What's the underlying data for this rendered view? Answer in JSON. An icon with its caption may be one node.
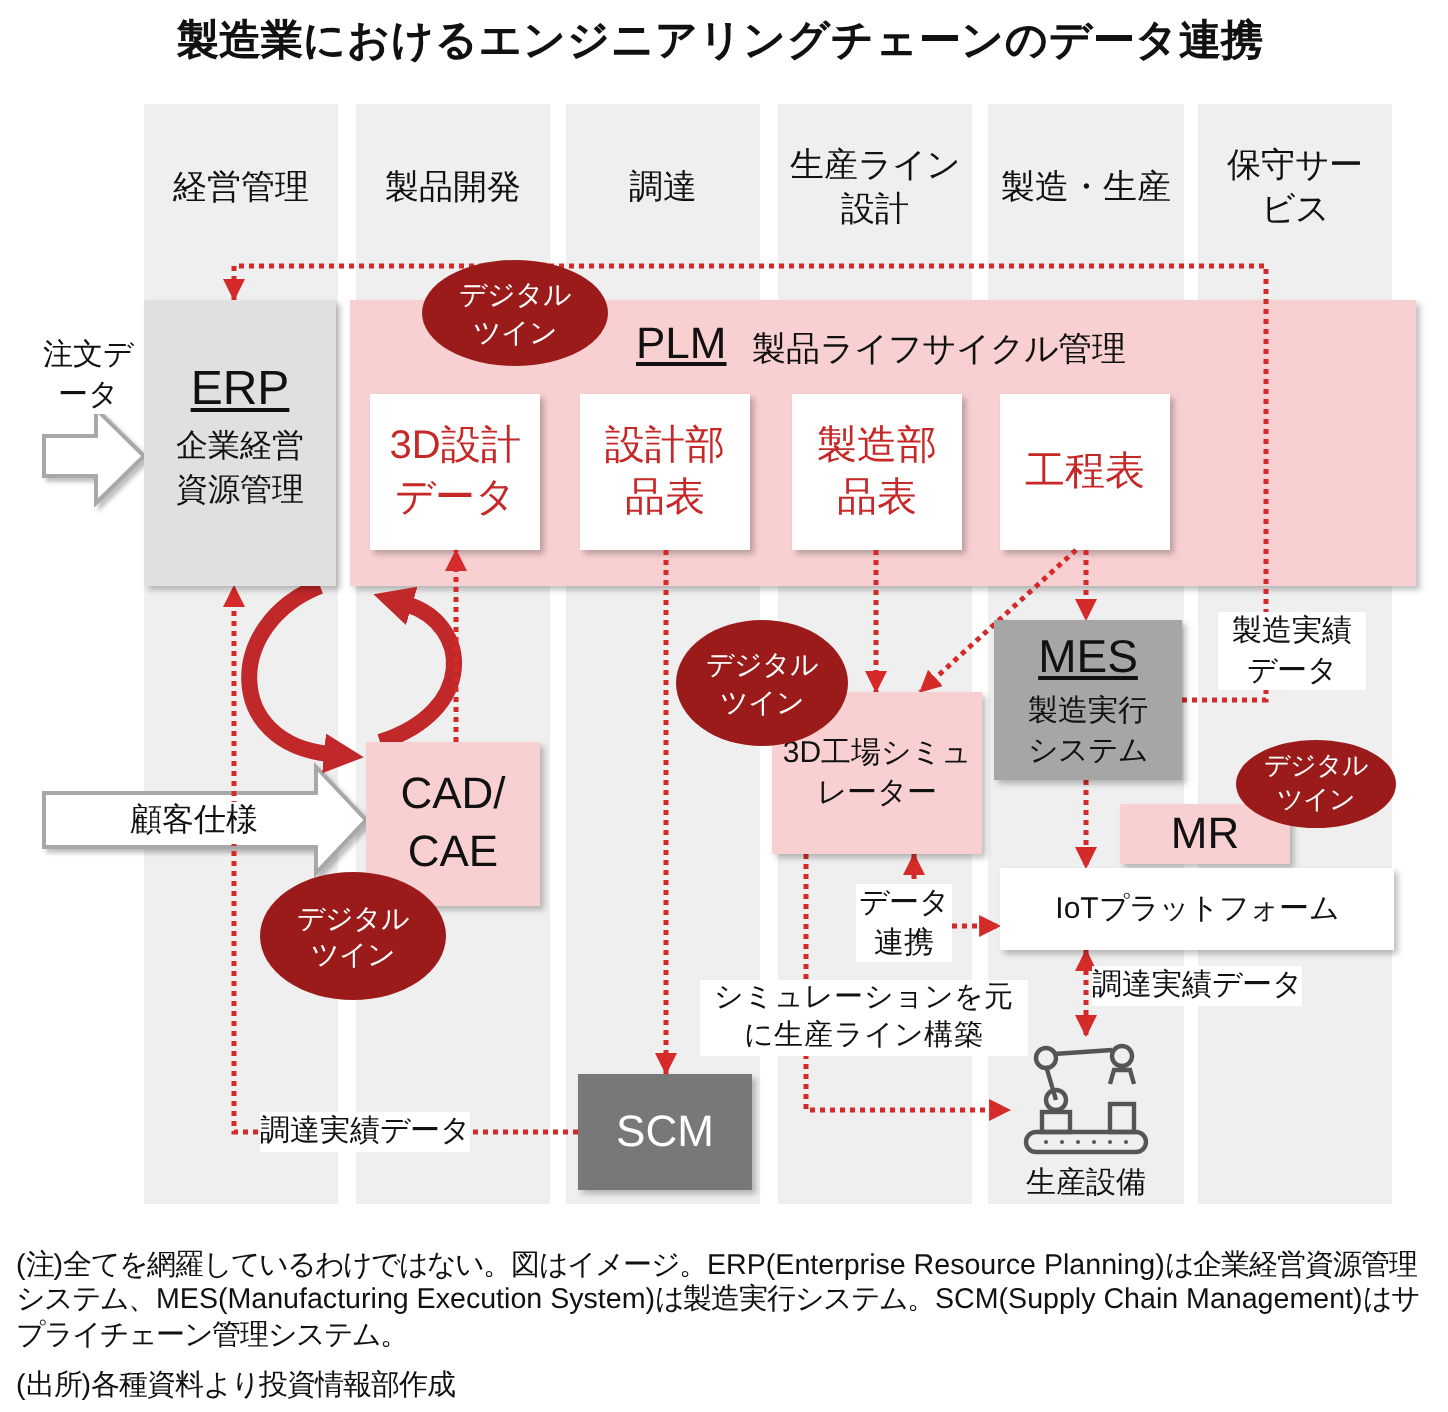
{
  "diagram": {
    "title": "製造業におけるエンジニアリングチェーンのデータ連携",
    "caption": "(注)全てを網羅しているわけではない。図はイメージ。ERP(Enterprise Resource Planning)は企業経営資源管理システム、MES(Manufacturing Execution System)は製造実行システム。SCM(Supply Chain Management)はサプライチェーン管理システム。",
    "nodes": [
      {
        "text": [
          "ERP",
          "企業経営資源管理"
        ]
      },
      {
        "text": [
          "PLM",
          "製品ライフサイクル管理"
        ]
      },
      {
        "text": [
          "3D設計データ"
        ],
        "in": 1
      },
      {
        "text": [
          "設計部品表"
        ],
        "in": 1
      },
      {
        "text": [
          "製造部品表"
        ],
        "in": 1
      },
      {
        "text": [
          "工程表"
        ],
        "in": 1
      },
      {
        "text": [
          "デジタルツイン"
        ]
      },
      {
        "text": [
          "CAD/CAE"
        ]
      },
      {
        "text": [
          "デジタルツイン"
        ]
      },
      {
        "text": [
          "SCM"
        ]
      },
      {
        "text": [
          "デジタルツイン"
        ]
      },
      {
        "text": [
          "3D工場シミュレーター"
        ]
      },
      {
        "text": [
          "MES",
          "製造実行システム"
        ]
      },
      {
        "text": [
          "デジタルツイン"
        ]
      },
      {
        "text": [
          "MR"
        ]
      },
      {
        "text": [
          "IoTプラットフォーム"
        ]
      },
      {
        "text": [],
        "shape": "picture",
        "beside": [
          "生産設備"
        ]
      }
    ],
    "edges": [
      {
        "from": null,
        "to": 0,
        "arrow": "to",
        "label": "注文データ",
        "style": "thick",
        "color": "#ffffff"
      },
      {
        "from": null,
        "to": 7,
        "arrow": "to",
        "label": "顧客仕様",
        "style": "thick",
        "color": "#ffffff"
      },
      {
        "from": 0,
        "to": 7,
        "arrow": "to",
        "style": "thick"
      },
      {
        "from": 7,
        "to": 1,
        "arrow": "to",
        "style": "thick"
      },
      {
        "from": 7,
        "to": 2,
        "arrow": "to",
        "style": "dashed"
      },
      {
        "from": 3,
        "to": 9,
        "arrow": "to",
        "style": "dashed"
      },
      {
        "from": 4,
        "to": 11,
        "arrow": "to",
        "style": "dashed"
      },
      {
        "from": 5,
        "to": 12,
        "arrow": "to",
        "style": "dashed"
      },
      {
        "from": 5,
        "to": 11,
        "arrow": "to",
        "style": "dashed"
      },
      {
        "from": 12,
        "to": 15,
        "arrow": "to",
        "style": "dashed"
      },
      {
        "from": 12,
        "to": 0,
        "arrow": "to",
        "label": "製造実績データ",
        "style": "dashed"
      },
      {
        "from": 11,
        "to": 15,
        "arrow": "both",
        "label": "データ連携",
        "style": "dashed"
      },
      {
        "from": 11,
        "to": 16,
        "arrow": "to",
        "label": "シミュレーションを元に生産ライン構築",
        "style": "dashed"
      },
      {
        "from": 15,
        "to": 16,
        "arrow": "both",
        "label": "調達実績データ",
        "style": "dashed"
      },
      {
        "from": 9,
        "to": 0,
        "arrow": "to",
        "label": "調達実績データ",
        "style": "dashed"
      }
    ],
    "labels": [
      "経営管理",
      "製品開発",
      "調達",
      "生産ライン設計",
      "製造・生産",
      "保守サービス",
      "(出所)各種資料より投資情報部作成"
    ]
  }
}
